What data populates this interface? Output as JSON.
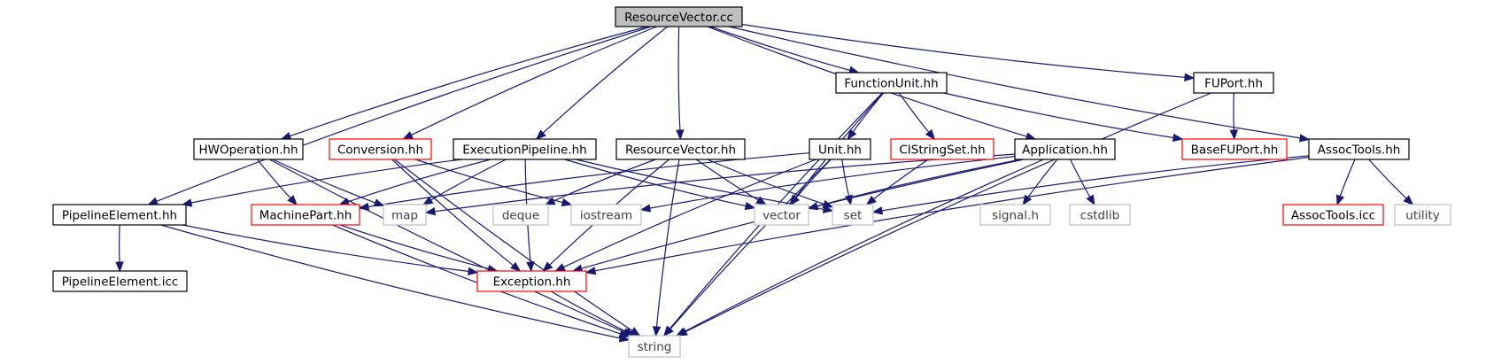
{
  "graph": {
    "colors": {
      "edge": "#191970",
      "root_fill": "#bfbfbf",
      "normal_border": "#000000",
      "truncated_border": "#ff0000",
      "external_border": "#bfbfbf",
      "external_text": "#404040"
    },
    "nodes": [
      {
        "id": "ResourceVectorCC",
        "label": "ResourceVector.cc",
        "kind": "root"
      },
      {
        "id": "HWOperation",
        "label": "HWOperation.hh",
        "kind": "normal"
      },
      {
        "id": "Conversion",
        "label": "Conversion.hh",
        "kind": "truncated"
      },
      {
        "id": "ExecutionPipeline",
        "label": "ExecutionPipeline.hh",
        "kind": "normal"
      },
      {
        "id": "ResourceVectorHH",
        "label": "ResourceVector.hh",
        "kind": "normal"
      },
      {
        "id": "FunctionUnit",
        "label": "FunctionUnit.hh",
        "kind": "normal"
      },
      {
        "id": "FUPort",
        "label": "FUPort.hh",
        "kind": "normal"
      },
      {
        "id": "Unit",
        "label": "Unit.hh",
        "kind": "normal"
      },
      {
        "id": "CIStringSet",
        "label": "CIStringSet.hh",
        "kind": "truncated"
      },
      {
        "id": "Application",
        "label": "Application.hh",
        "kind": "normal"
      },
      {
        "id": "BaseFUPort",
        "label": "BaseFUPort.hh",
        "kind": "truncated"
      },
      {
        "id": "AssocTools",
        "label": "AssocTools.hh",
        "kind": "normal"
      },
      {
        "id": "PipelineElement",
        "label": "PipelineElement.hh",
        "kind": "normal"
      },
      {
        "id": "MachinePart",
        "label": "MachinePart.hh",
        "kind": "truncated"
      },
      {
        "id": "map",
        "label": "map",
        "kind": "external"
      },
      {
        "id": "deque",
        "label": "deque",
        "kind": "external"
      },
      {
        "id": "iostream",
        "label": "iostream",
        "kind": "external"
      },
      {
        "id": "vector",
        "label": "vector",
        "kind": "external"
      },
      {
        "id": "set",
        "label": "set",
        "kind": "external"
      },
      {
        "id": "signal",
        "label": "signal.h",
        "kind": "external"
      },
      {
        "id": "cstdlib",
        "label": "cstdlib",
        "kind": "external"
      },
      {
        "id": "AssocToolsICC",
        "label": "AssocTools.icc",
        "kind": "truncated"
      },
      {
        "id": "utility",
        "label": "utility",
        "kind": "external"
      },
      {
        "id": "PipelineElementICC",
        "label": "PipelineElement.icc",
        "kind": "normal"
      },
      {
        "id": "Exception",
        "label": "Exception.hh",
        "kind": "truncated"
      },
      {
        "id": "string",
        "label": "string",
        "kind": "external"
      }
    ],
    "edges": [
      [
        "ResourceVectorCC",
        "HWOperation"
      ],
      [
        "ResourceVectorCC",
        "Conversion"
      ],
      [
        "ResourceVectorCC",
        "ExecutionPipeline"
      ],
      [
        "ResourceVectorCC",
        "ResourceVectorHH"
      ],
      [
        "ResourceVectorCC",
        "FunctionUnit"
      ],
      [
        "ResourceVectorCC",
        "FUPort"
      ],
      [
        "ResourceVectorCC",
        "Application"
      ],
      [
        "ResourceVectorCC",
        "AssocTools"
      ],
      [
        "ResourceVectorCC",
        "PipelineElement"
      ],
      [
        "HWOperation",
        "MachinePart"
      ],
      [
        "HWOperation",
        "map"
      ],
      [
        "HWOperation",
        "string"
      ],
      [
        "Conversion",
        "Exception"
      ],
      [
        "Conversion",
        "iostream"
      ],
      [
        "Conversion",
        "string"
      ],
      [
        "ExecutionPipeline",
        "PipelineElement"
      ],
      [
        "ExecutionPipeline",
        "MachinePart"
      ],
      [
        "ExecutionPipeline",
        "map"
      ],
      [
        "ExecutionPipeline",
        "Exception"
      ],
      [
        "ExecutionPipeline",
        "vector"
      ],
      [
        "ExecutionPipeline",
        "set"
      ],
      [
        "ResourceVectorHH",
        "deque"
      ],
      [
        "ResourceVectorHH",
        "vector"
      ],
      [
        "ResourceVectorHH",
        "set"
      ],
      [
        "ResourceVectorHH",
        "Exception"
      ],
      [
        "ResourceVectorHH",
        "string"
      ],
      [
        "FunctionUnit",
        "Unit"
      ],
      [
        "FunctionUnit",
        "CIStringSet"
      ],
      [
        "FunctionUnit",
        "BaseFUPort"
      ],
      [
        "FunctionUnit",
        "vector"
      ],
      [
        "FunctionUnit",
        "string"
      ],
      [
        "FUPort",
        "BaseFUPort"
      ],
      [
        "FUPort",
        "string"
      ],
      [
        "Unit",
        "MachinePart"
      ],
      [
        "Unit",
        "vector"
      ],
      [
        "Unit",
        "set"
      ],
      [
        "Unit",
        "Exception"
      ],
      [
        "Unit",
        "string"
      ],
      [
        "CIStringSet",
        "set"
      ],
      [
        "Application",
        "signal"
      ],
      [
        "Application",
        "cstdlib"
      ],
      [
        "Application",
        "iostream"
      ],
      [
        "Application",
        "map"
      ],
      [
        "Application",
        "vector"
      ],
      [
        "Application",
        "Exception"
      ],
      [
        "Application",
        "string"
      ],
      [
        "AssocTools",
        "AssocToolsICC"
      ],
      [
        "AssocTools",
        "utility"
      ],
      [
        "AssocTools",
        "set"
      ],
      [
        "AssocTools",
        "Exception"
      ],
      [
        "PipelineElement",
        "PipelineElementICC"
      ],
      [
        "PipelineElement",
        "Exception"
      ],
      [
        "PipelineElement",
        "string"
      ],
      [
        "MachinePart",
        "Exception"
      ],
      [
        "MachinePart",
        "string"
      ],
      [
        "Exception",
        "string"
      ]
    ]
  }
}
